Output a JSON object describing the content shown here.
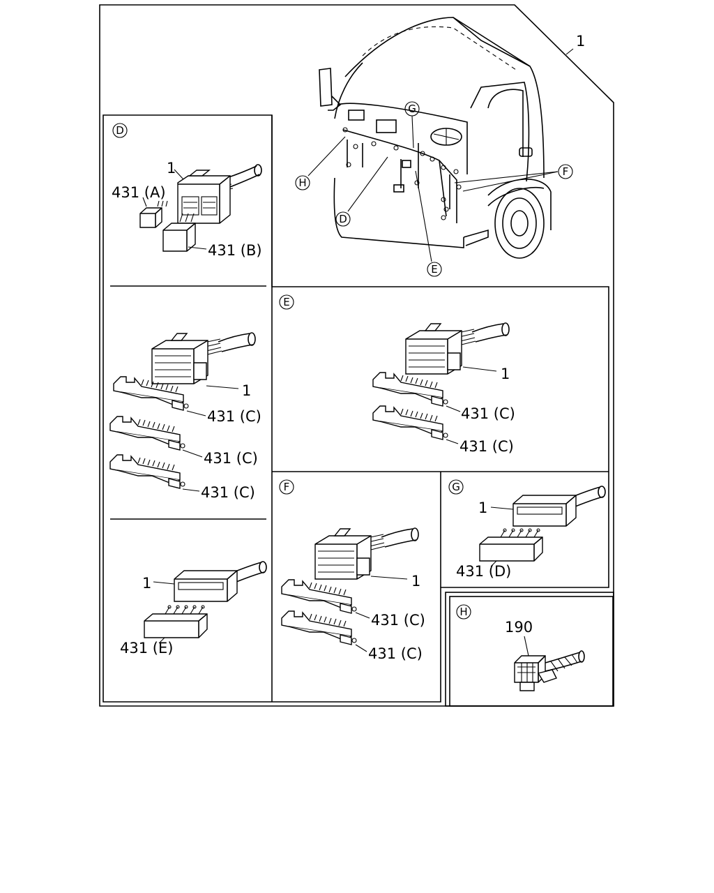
{
  "overview": {
    "part_label": "1",
    "callouts": [
      "G",
      "H",
      "D",
      "F",
      "E"
    ]
  },
  "panels": {
    "D": {
      "circle": "D",
      "labels": [
        "1",
        "431 (A)",
        "431 (B)"
      ]
    },
    "D2": {
      "labels": [
        "1",
        "431 (C)",
        "431 (C)",
        "431 (C)"
      ]
    },
    "D3": {
      "labels": [
        "1",
        "431 (E)"
      ]
    },
    "E": {
      "circle": "E",
      "labels": [
        "1",
        "431 (C)",
        "431 (C)"
      ]
    },
    "F": {
      "circle": "F",
      "labels": [
        "1",
        "431 (C)",
        "431 (C)"
      ]
    },
    "G": {
      "circle": "G",
      "labels": [
        "1",
        "431 (D)"
      ]
    },
    "H": {
      "circle": "H",
      "labels": [
        "190"
      ]
    }
  }
}
